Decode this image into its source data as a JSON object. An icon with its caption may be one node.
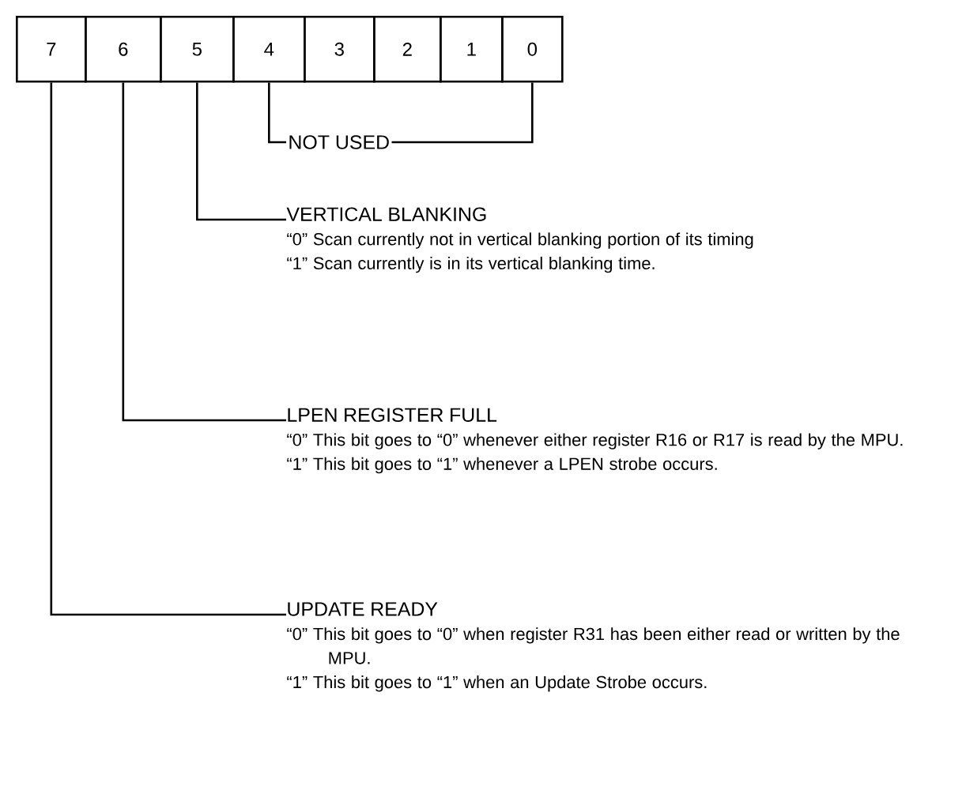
{
  "diagram": {
    "nodes": [
      {
        "text": [
          "7"
        ]
      },
      {
        "text": [
          "6"
        ]
      },
      {
        "text": [
          "5"
        ]
      },
      {
        "text": [
          "4"
        ]
      },
      {
        "text": [
          "3"
        ]
      },
      {
        "text": [
          "2"
        ]
      },
      {
        "text": [
          "1"
        ]
      },
      {
        "text": [
          "0"
        ]
      },
      {
        "text": [
          "NOT USED"
        ]
      },
      {
        "text": [
          "VERTICAL BLANKING",
          "“0” Scan currently not in vertical blanking portion of its timing",
          "“1” Scan currently is in its vertical blanking time."
        ]
      },
      {
        "text": [
          "LPEN REGISTER FULL",
          "“0” This bit goes to “0” whenever either register R16 or R17 is read by the MPU.",
          "“1” This bit goes to “1” whenever a LPEN strobe occurs."
        ]
      },
      {
        "text": [
          "UPDATE READY",
          "“0” This bit goes to “0” when register R31 has been either read or written by the MPU.",
          "“1” This bit goes to “1” when an Update Strobe occurs."
        ]
      }
    ],
    "edges": [
      {
        "from": 8,
        "to": 3,
        "arrow": "none"
      },
      {
        "from": 8,
        "to": 7,
        "arrow": "none"
      },
      {
        "from": 9,
        "to": 2,
        "arrow": "none"
      },
      {
        "from": 10,
        "to": 1,
        "arrow": "none"
      },
      {
        "from": 11,
        "to": 0,
        "arrow": "none"
      }
    ]
  }
}
